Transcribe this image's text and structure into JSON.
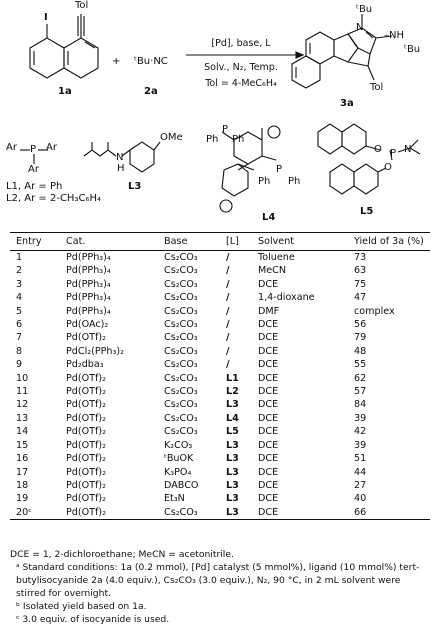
{
  "scheme": {
    "substrate_label": "1a",
    "substrate_iodo": "I",
    "substrate_tol": "Tol",
    "plus": "+",
    "isocyanide_formula": "ᵗBu·NC",
    "isocyanide_label": "2a",
    "conditions_top": "[Pd], base, L",
    "conditions_bottom": "Solv., N₂, Temp.",
    "tol_definition": "Tol = 4-MeC₆H₄",
    "product_label": "3a",
    "product_n": "N",
    "product_tbu_n": "ᵗBu",
    "product_nh": "–NH",
    "product_tbu_nh": "ᵗBu",
    "product_tol": "Tol"
  },
  "ligands": {
    "l1_l2_ar": "Ar",
    "l1_l2_p": "P",
    "l1": "L1, Ar = Ph",
    "l2": "L2, Ar = 2-CH₃C₆H₄",
    "l3_label": "L3",
    "l3_ome": "OMe",
    "l3_nh": "N",
    "l3_h": "H",
    "l4_label": "L4",
    "l4_ph": "Ph",
    "l4_p": "P",
    "l5_label": "L5",
    "l5_p": "P",
    "l5_n": "N",
    "l5_o": "O"
  },
  "table": {
    "headers": [
      "Entry",
      "Cat.",
      "Base",
      "[L]",
      "Solvent",
      "Yield of 3a (%)"
    ],
    "rows": [
      [
        "1",
        "Pd(PPh₃)₄",
        "Cs₂CO₃",
        "/",
        "Toluene",
        "73"
      ],
      [
        "2",
        "Pd(PPh₃)₄",
        "Cs₂CO₃",
        "/",
        "MeCN",
        "63"
      ],
      [
        "3",
        "Pd(PPh₃)₄",
        "Cs₂CO₃",
        "/",
        "DCE",
        "75"
      ],
      [
        "4",
        "Pd(PPh₃)₄",
        "Cs₂CO₃",
        "/",
        "1,4-dioxane",
        "47"
      ],
      [
        "5",
        "Pd(PPh₃)₄",
        "Cs₂CO₃",
        "/",
        "DMF",
        "complex"
      ],
      [
        "6",
        "Pd(OAc)₂",
        "Cs₂CO₃",
        "/",
        "DCE",
        "56"
      ],
      [
        "7",
        "Pd(OTf)₂",
        "Cs₂CO₃",
        "/",
        "DCE",
        "79"
      ],
      [
        "8",
        "PdCl₂(PPh₃)₂",
        "Cs₂CO₃",
        "/",
        "DCE",
        "48"
      ],
      [
        "9",
        "Pd₂dba₃",
        "Cs₂CO₃",
        "/",
        "DCE",
        "55"
      ],
      [
        "10",
        "Pd(OTf)₂",
        "Cs₂CO₃",
        "L1",
        "DCE",
        "62"
      ],
      [
        "11",
        "Pd(OTf)₂",
        "Cs₂CO₃",
        "L2",
        "DCE",
        "57"
      ],
      [
        "12",
        "Pd(OTf)₂",
        "Cs₂CO₃",
        "L3",
        "DCE",
        "84"
      ],
      [
        "13",
        "Pd(OTf)₂",
        "Cs₂CO₃",
        "L4",
        "DCE",
        "39"
      ],
      [
        "14",
        "Pd(OTf)₂",
        "Cs₂CO₃",
        "L5",
        "DCE",
        "42"
      ],
      [
        "15",
        "Pd(OTf)₂",
        "K₂CO₃",
        "L3",
        "DCE",
        "39"
      ],
      [
        "16",
        "Pd(OTf)₂",
        "ᵗBuOK",
        "L3",
        "DCE",
        "51"
      ],
      [
        "17",
        "Pd(OTf)₂",
        "K₃PO₄",
        "L3",
        "DCE",
        "44"
      ],
      [
        "18",
        "Pd(OTf)₂",
        "DABCO",
        "L3",
        "DCE",
        "27"
      ],
      [
        "19",
        "Pd(OTf)₂",
        "Et₃N",
        "L3",
        "DCE",
        "40"
      ],
      [
        "20ᶜ",
        "Pd(OTf)₂",
        "Cs₂CO₃",
        "L3",
        "DCE",
        "66"
      ]
    ]
  },
  "notes": {
    "abbrev": "DCE = 1, 2-dichloroethane; MeCN = acetonitrile.",
    "a": "ᵃ Standard conditions: 1a (0.2 mmol), [Pd] catalyst (5 mmol%), ligand (10 mmol%) tert-butylisocyanide 2a (4.0 equiv.), Cs₂CO₃ (3.0 equiv.), N₂, 90 °C, in 2 mL solvent were stirred for overnight.",
    "b": "ᵇ Isolated yield based on 1a.",
    "c": "ᶜ 3.0 equiv. of isocyanide is used."
  }
}
